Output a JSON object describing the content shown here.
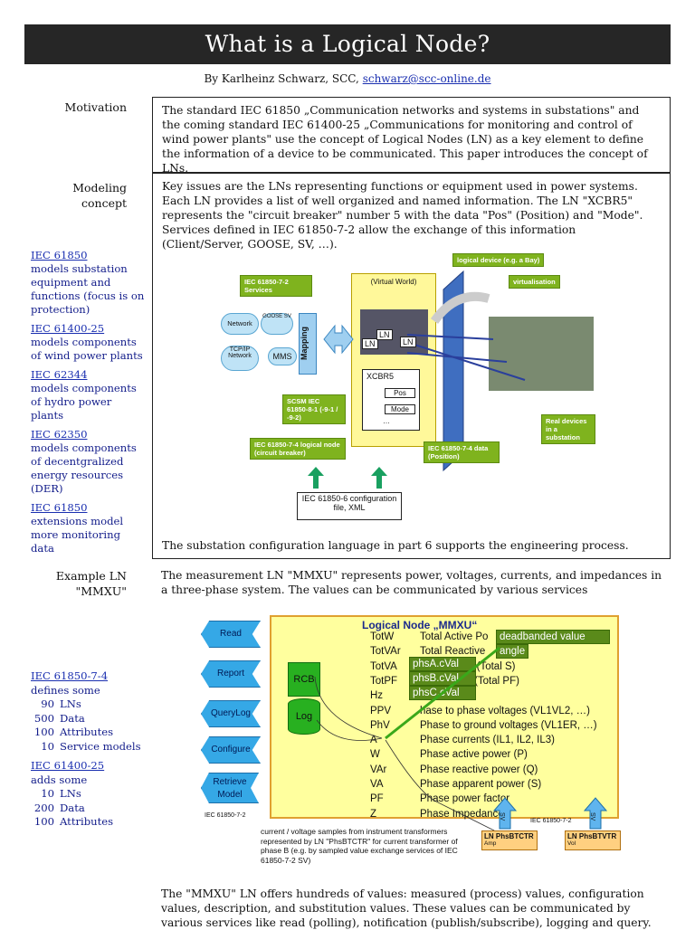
{
  "title": "What is a Logical Node?",
  "byline": {
    "text": "By Karlheinz Schwarz, SCC,",
    "email": "schwarz@scc-online.de"
  },
  "sections": {
    "motivation": {
      "label": "Motivation",
      "text": "The standard IEC 61850 „Communication networks and systems in substations\" and the coming standard IEC 61400-25 „Communications for monitoring and control of wind power plants\" use the concept of Logical Nodes (LN) as a key element to define the information of a device to be communicated. This paper introduces the concept of LNs."
    },
    "modeling": {
      "label": "Modeling concept",
      "text": "Key issues are the LNs representing functions or equipment used in power systems. Each LN provides a list of well organized and named information. The LN \"XCBR5\" represents the \"circuit breaker\" number 5 with the data \"Pos\" (Position) and \"Mode\". Services defined in IEC 61850-7-2 allow the exchange of this information (Client/Server, GOOSE, SV, …).",
      "footer": "The substation configuration language in part 6 supports the engineering process."
    },
    "example": {
      "label": "Example LN \"MMXU\"",
      "text": "The measurement LN \"MMXU\" represents power, voltages, currents, and impedances in a three-phase system. The values can be communicated by various services",
      "footer": "The \"MMXU\" LN offers hundreds of values: measured (process) values, configuration values, description, and substitution values. These values can be communicated by various services like read (polling), notification (publish/subscribe), logging and query."
    }
  },
  "sidebar": [
    {
      "link": "IEC 61850",
      "text": "models substation equipment and functions (focus is on protection)"
    },
    {
      "link": "IEC 61400-25",
      "text": "models components of wind power plants"
    },
    {
      "link": "IEC 62344",
      "text": "models components of hydro power plants"
    },
    {
      "link": "IEC 62350",
      "text": "models components of decentgralized energy resources (DER)"
    },
    {
      "link": "IEC 61850",
      "text": "extensions model more monitoring data"
    }
  ],
  "sidebar2": [
    {
      "link": "IEC 61850-7-4",
      "head": "defines some",
      "rows": [
        {
          "n": "90",
          "t": "LNs"
        },
        {
          "n": "500",
          "t": "Data"
        },
        {
          "n": "100",
          "t": "Attributes"
        },
        {
          "n": "10",
          "t": "Service models"
        }
      ]
    },
    {
      "link": "IEC 61400-25",
      "head": "adds some",
      "rows": [
        {
          "n": "10",
          "t": "LNs"
        },
        {
          "n": "200",
          "t": "Data"
        },
        {
          "n": "100",
          "t": "Attributes"
        }
      ]
    }
  ],
  "diagram1": {
    "services": "IEC 61850-7-2 Services",
    "virtual_world": "(Virtual World)",
    "logical_device": "logical device (e.g. a Bay)",
    "virtualisation": "virtualisation",
    "network": "Network",
    "goose": "GOOSE SV",
    "tcpip": "TCP/IP Network",
    "mms": "MMS",
    "mapping": "Mapping",
    "ln": "LN",
    "xcbr": "XCBR5",
    "pos": "Pos",
    "mode": "Mode",
    "dots": "…",
    "scsm": "SCSM IEC 61850-8-1 (-9-1 / -9-2)",
    "real": "Real devices in a substation",
    "lnode": "IEC 61850-7-4 logical node (circuit breaker)",
    "data": "IEC 61850-7-4 data (Position)",
    "config": "IEC 61850-6 configuration file, XML"
  },
  "diagram2": {
    "services": [
      "Read",
      "Report",
      "QueryLog",
      "Configure",
      "Retrieve Model"
    ],
    "service_ref": "IEC 61850-7-2",
    "title": "Logical Node „MMXU“",
    "rcb": "RCB",
    "log": "Log",
    "rows": [
      {
        "k": "TotW",
        "v": "Total Active Po"
      },
      {
        "k": "TotVAr",
        "v": "Total Reactive"
      },
      {
        "k": "TotVA",
        "v": "rrent Power (Total S)"
      },
      {
        "k": "TotPF",
        "v": "ower factor (Total PF)"
      },
      {
        "k": "Hz",
        "v": ""
      },
      {
        "k": "PPV",
        "v": "hase to phase voltages (VL1VL2, …)"
      },
      {
        "k": "PhV",
        "v": "Phase to ground voltages (VL1ER, …)"
      },
      {
        "k": "A",
        "v": "Phase currents (IL1, IL2, IL3)"
      },
      {
        "k": "W",
        "v": "Phase active power (P)"
      },
      {
        "k": "VAr",
        "v": "Phase reactive power (Q)"
      },
      {
        "k": "VA",
        "v": "Phase apparent power (S)"
      },
      {
        "k": "PF",
        "v": "Phase power factor"
      },
      {
        "k": "Z",
        "v": "Phase Impedance"
      }
    ],
    "deadband": "deadbanded value",
    "angle": "angle",
    "phs": [
      "phsA.cVal",
      "phsB.cVal",
      "phsC.cVal"
    ],
    "note": "current / voltage samples from instrument transformers represented by LN \"PhsBTCTR\" for current transformer of phase B (e.g. by sampled value exchange services of IEC 61850-7-2 SV)",
    "sv": "SV",
    "sv_ref": "IEC 61850-7-2",
    "tctr": "LN PhsBTCTR",
    "tctr_sub": "Amp",
    "tvtr": "LN PhsBTVTR",
    "tvtr_sub": "Vol"
  }
}
